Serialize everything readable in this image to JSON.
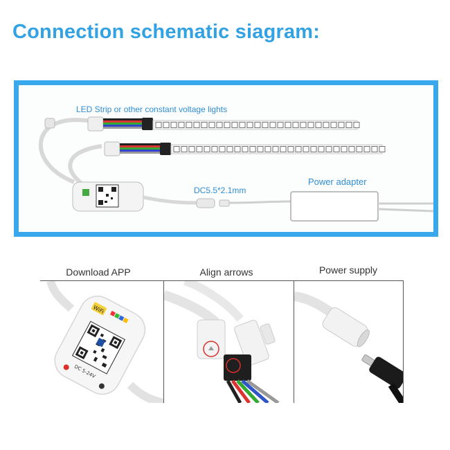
{
  "title": "Connection schematic siagram:",
  "schematic": {
    "strip_label": "LED Strip or other constant voltage lights",
    "connector_label": "DC5.5*2.1mm",
    "power_label": "Power adapter"
  },
  "steps": [
    {
      "caption": "Download APP"
    },
    {
      "caption": "Align arrows"
    },
    {
      "caption": "Power supply"
    }
  ],
  "controller": {
    "wifi_badge": "WiFi",
    "voltage_label": "DC 5-24V"
  },
  "colors": {
    "accent": "#33a2e3",
    "frame": "#38a7ec",
    "label": "#2f8ed6",
    "connector_highlight": "#d9302a"
  }
}
